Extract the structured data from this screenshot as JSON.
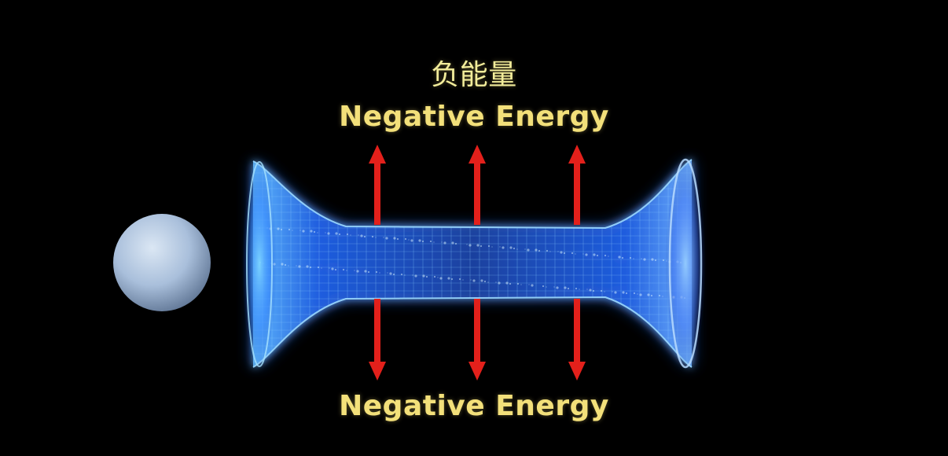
{
  "labels": {
    "title_cn": "负能量",
    "top": "Negative Energy",
    "bottom": "Negative Energy"
  },
  "colors": {
    "background": "#000000",
    "label_text": "#f3e07a",
    "title_text": "#f2ec9a",
    "arrow": "#e3201b",
    "wormhole_glow": "#2f7bff",
    "wormhole_mesh": "#8fd0ff",
    "sphere": "#b5c8e2"
  },
  "icons": {
    "sphere": "sphere-icon",
    "arrow_up": "arrow-up-icon",
    "arrow_down": "arrow-down-icon"
  }
}
